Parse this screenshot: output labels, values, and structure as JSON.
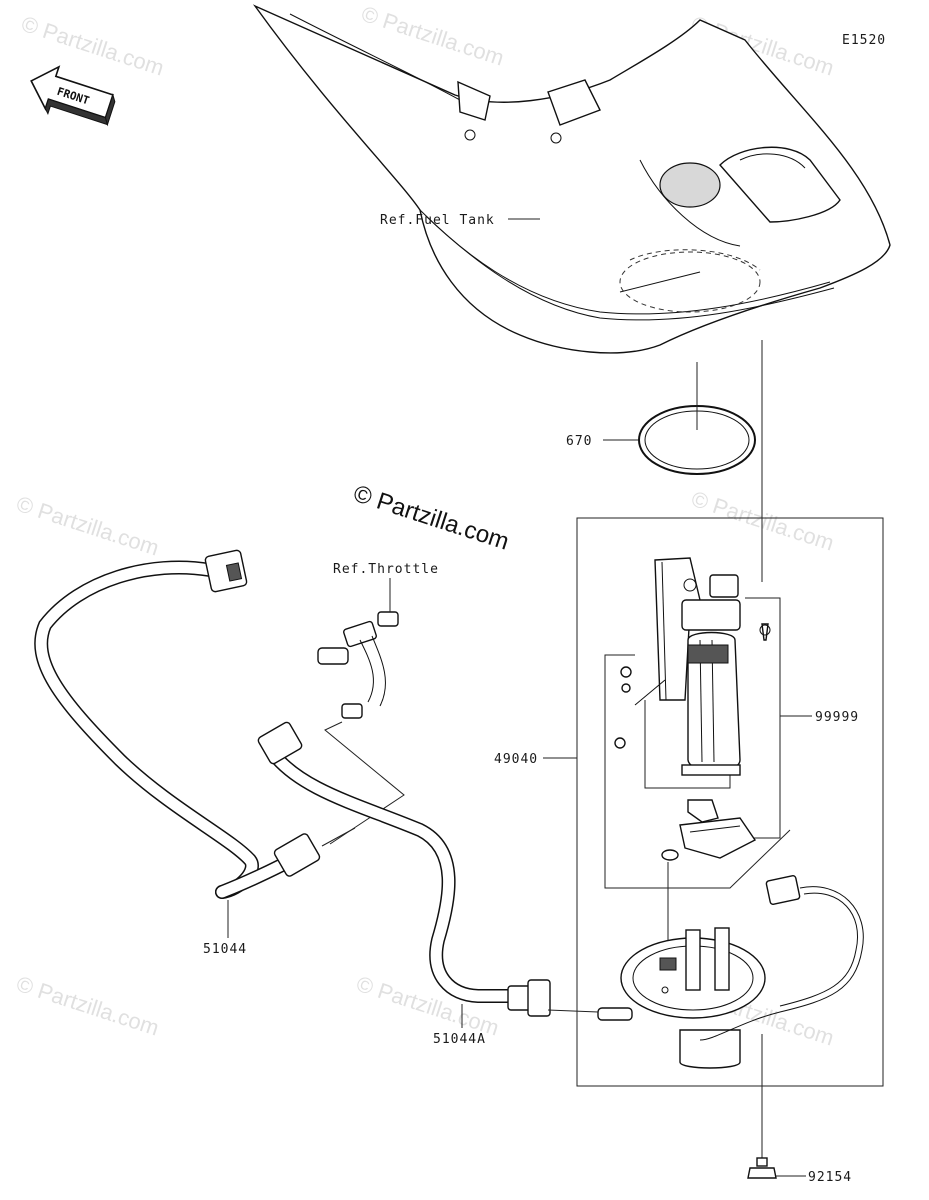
{
  "diagram_code": "E1520",
  "front_label": "FRONT",
  "brand_watermark": "© Partzilla.com",
  "corner_watermark": "© Partzilla.com",
  "labels": {
    "fuel_tank": "Ref.Fuel Tank",
    "throttle": "Ref.Throttle",
    "o_ring": "670",
    "fuel_pump": "49040",
    "pump_kit": "99999",
    "hose_left": "51044",
    "hose_right": "51044A",
    "bolt": "92154"
  }
}
